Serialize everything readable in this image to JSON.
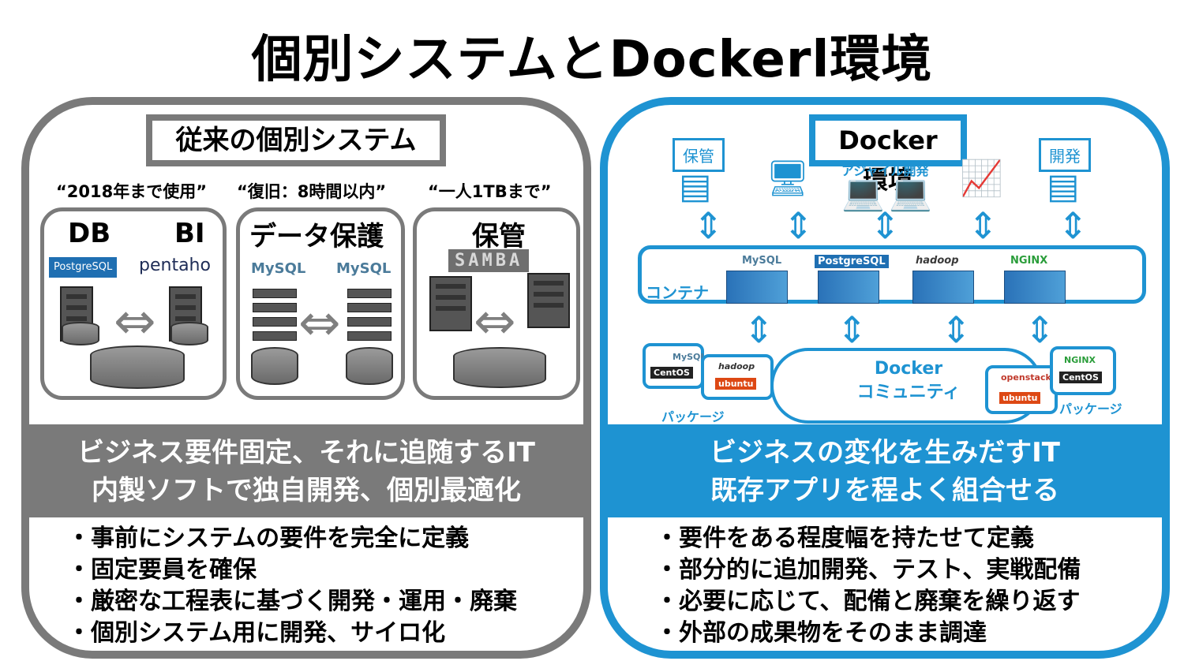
{
  "title": "個別システムとDockerl環境",
  "left": {
    "heading": "従来の個別システム",
    "quotes": [
      "“2018年まで使用”",
      "“復旧：8時間以内”",
      "“一人1TBまで”"
    ],
    "boxes": {
      "db": "DB",
      "bi": "BI",
      "data_protection": "データ保護",
      "storage": "保管"
    },
    "logos": {
      "postgres": "PostgreSQL",
      "pentaho": "pentaho",
      "mysql": "MySQL",
      "samba": "SAMBA"
    },
    "band": [
      "ビジネス要件固定、それに追随するIT",
      "内製ソフトで独自開発、個別最適化"
    ],
    "bullets": [
      "・事前にシステムの要件を完全に定義",
      "・固定要員を確保",
      "・厳密な工程表に基づく開発・運用・廃棄",
      "・個別システム用に開発、サイロ化"
    ]
  },
  "right": {
    "heading": "Docker環境",
    "top_labels": {
      "storage": "保管",
      "dev": "開発",
      "agile": "アジャイル開発"
    },
    "container_label": "コンテナ",
    "container_logos": [
      "MySQL",
      "PostgreSQL",
      "hadoop",
      "NGINX"
    ],
    "community": [
      "Docker",
      "コミュニティ"
    ],
    "package_label": "パッケージ",
    "package_logos": {
      "mysql": "MySQL",
      "centos": "CentOS",
      "hadoop": "hadoop",
      "ubuntu": "ubuntu",
      "openstack": "openstack",
      "nginx": "NGINX"
    },
    "band": [
      "ビジネスの変化を生みだすIT",
      "既存アプリを程よく組合せる"
    ],
    "bullets": [
      "・要件をある程度幅を持たせて定義",
      "・部分的に追加開発、テスト、実戦配備",
      "・必要に応じて、配備と廃棄を繰り返す",
      "・外部の成果物をそのまま調達"
    ]
  }
}
